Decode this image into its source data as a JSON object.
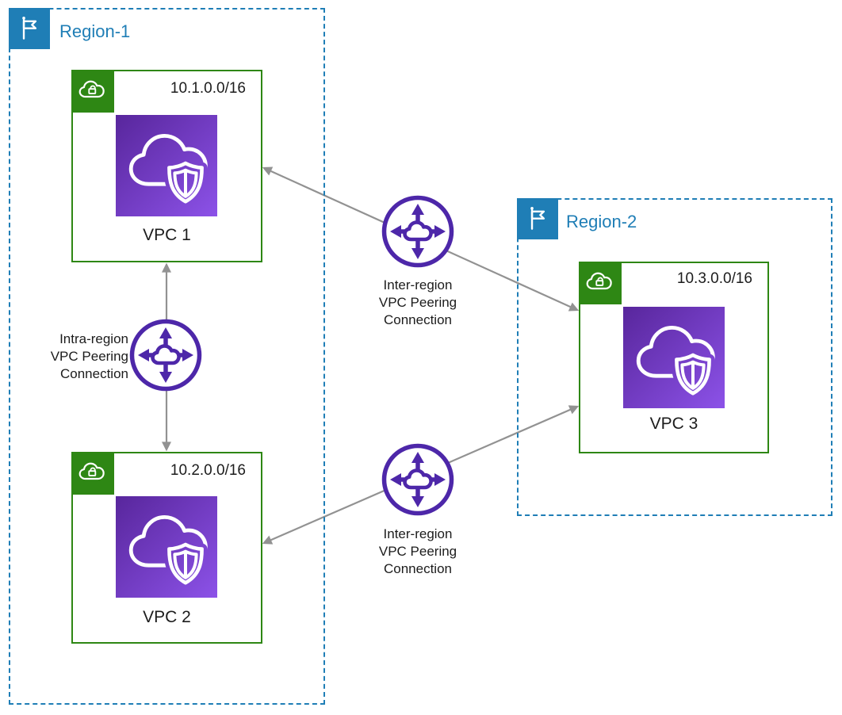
{
  "colors": {
    "region_blue": "#1F7EB6",
    "vpc_green": "#2E8714",
    "peering_purple": "#4D27A9",
    "vpc_gradient_start": "#58269C",
    "vpc_gradient_end": "#8C52E8",
    "arrow_gray": "#929292",
    "text_dark": "#1C1C1C"
  },
  "regions": [
    {
      "label": "Region-1"
    },
    {
      "label": "Region-2"
    }
  ],
  "vpcs": [
    {
      "label": "VPC 1",
      "cidr": "10.1.0.0/16"
    },
    {
      "label": "VPC 2",
      "cidr": "10.2.0.0/16"
    },
    {
      "label": "VPC 3",
      "cidr": "10.3.0.0/16"
    }
  ],
  "connections": [
    {
      "name": "intra-region-peering",
      "lines": [
        "Intra-region",
        "VPC Peering",
        "Connection"
      ]
    },
    {
      "name": "inter-region-peering-top",
      "lines": [
        "Inter-region",
        "VPC Peering",
        "Connection"
      ]
    },
    {
      "name": "inter-region-peering-bottom",
      "lines": [
        "Inter-region",
        "VPC Peering",
        "Connection"
      ]
    }
  ]
}
